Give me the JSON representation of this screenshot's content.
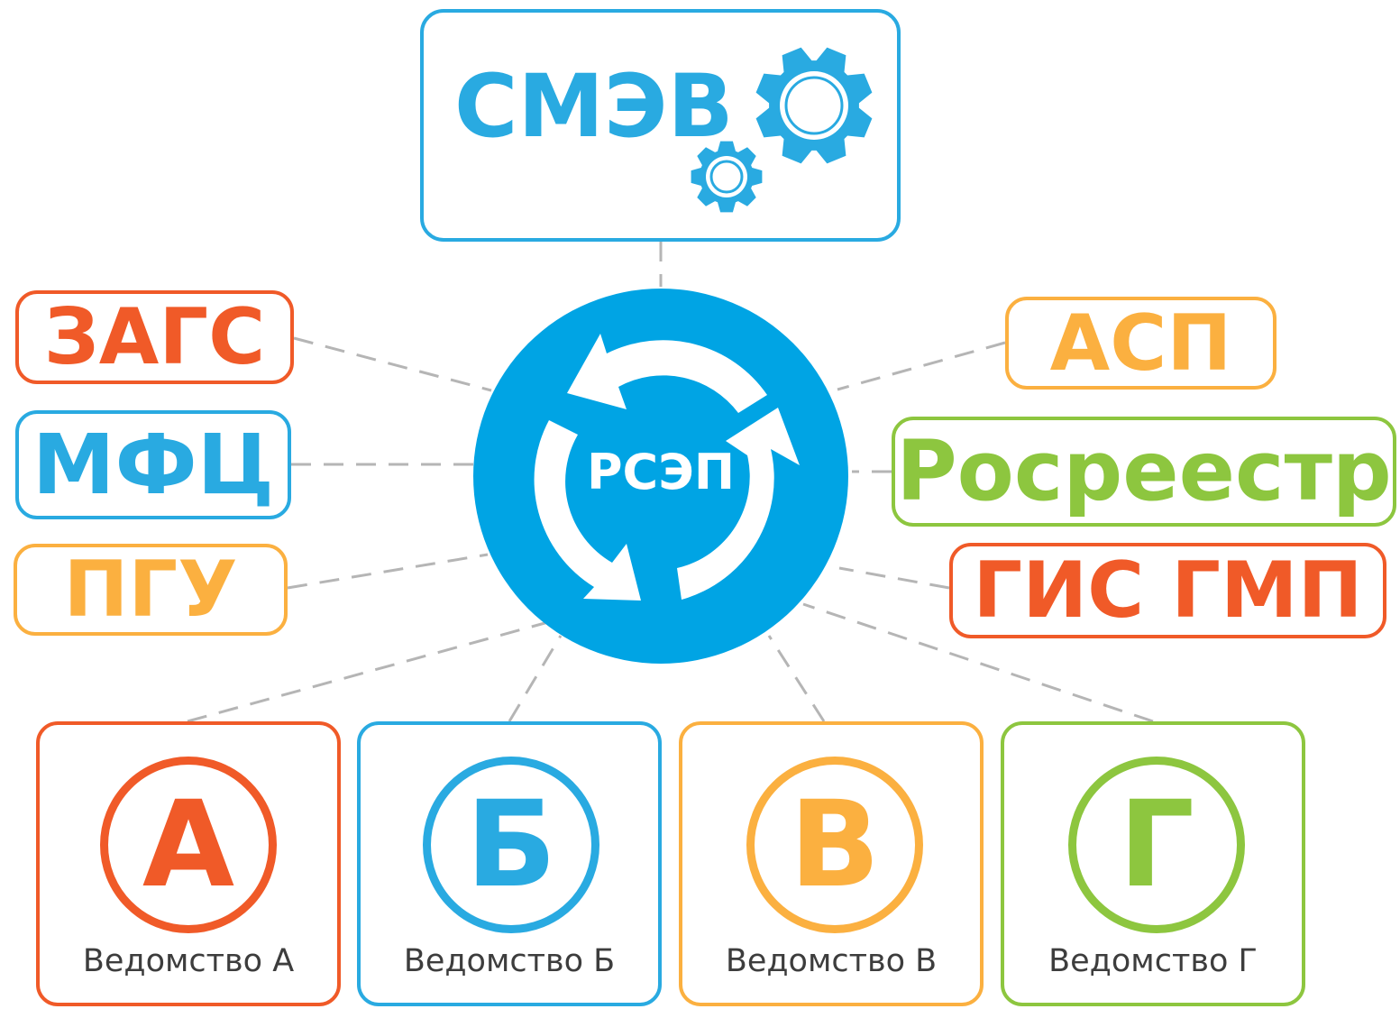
{
  "colors": {
    "blue": "#29aae1",
    "hub_blue": "#00a4e4",
    "red": "#f05a28",
    "orange": "#fbb040",
    "green": "#8dc63f",
    "connector": "#b5b5b5",
    "dept_text": "#3d3d3d"
  },
  "hub": {
    "label": "РСЭП",
    "icon": "refresh-arrows-icon"
  },
  "smev": {
    "label": "СМЭВ",
    "icon": "gears-icon"
  },
  "left_systems": [
    {
      "label": "ЗАГС",
      "color": "red"
    },
    {
      "label": "МФЦ",
      "color": "blue"
    },
    {
      "label": "ПГУ",
      "color": "orange"
    }
  ],
  "right_systems": [
    {
      "label": "АСП",
      "color": "orange"
    },
    {
      "label": "Росреестр",
      "color": "green"
    },
    {
      "label": "ГИС ГМП",
      "color": "red"
    }
  ],
  "departments": [
    {
      "letter": "А",
      "name": "Ведомство А",
      "color": "red"
    },
    {
      "letter": "Б",
      "name": "Ведомство Б",
      "color": "blue"
    },
    {
      "letter": "В",
      "name": "Ведомство В",
      "color": "orange"
    },
    {
      "letter": "Г",
      "name": "Ведомство Г",
      "color": "green"
    }
  ]
}
